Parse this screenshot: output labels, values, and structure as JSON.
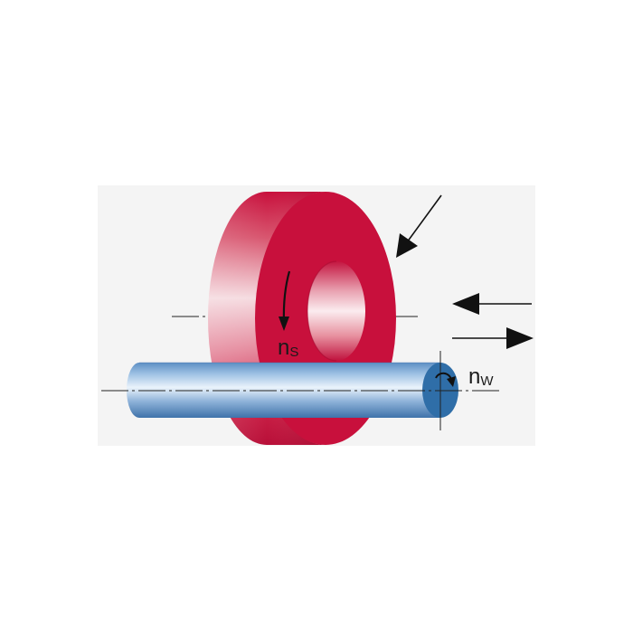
{
  "diagram": {
    "labels": {
      "grinding_wheel_speed_main": "n",
      "grinding_wheel_speed_sub": "S",
      "workpiece_speed_main": "n",
      "workpiece_speed_sub": "W"
    },
    "colors": {
      "panel_background": "#f4f4f4",
      "wheel_front": "#c8103c",
      "wheel_edge_dark": "#b5103a",
      "wheel_edge_light": "#f3d7dc",
      "workpiece_body": "#8fb3d9",
      "workpiece_end": "#2f6ea8",
      "arrow": "#111111",
      "center_line": "#222222"
    },
    "icons": [
      "infeed-arrow-icon",
      "feed-left-arrow-icon",
      "feed-right-arrow-icon",
      "wheel-rotation-arrow-icon",
      "workpiece-rotation-arrow-icon"
    ]
  }
}
